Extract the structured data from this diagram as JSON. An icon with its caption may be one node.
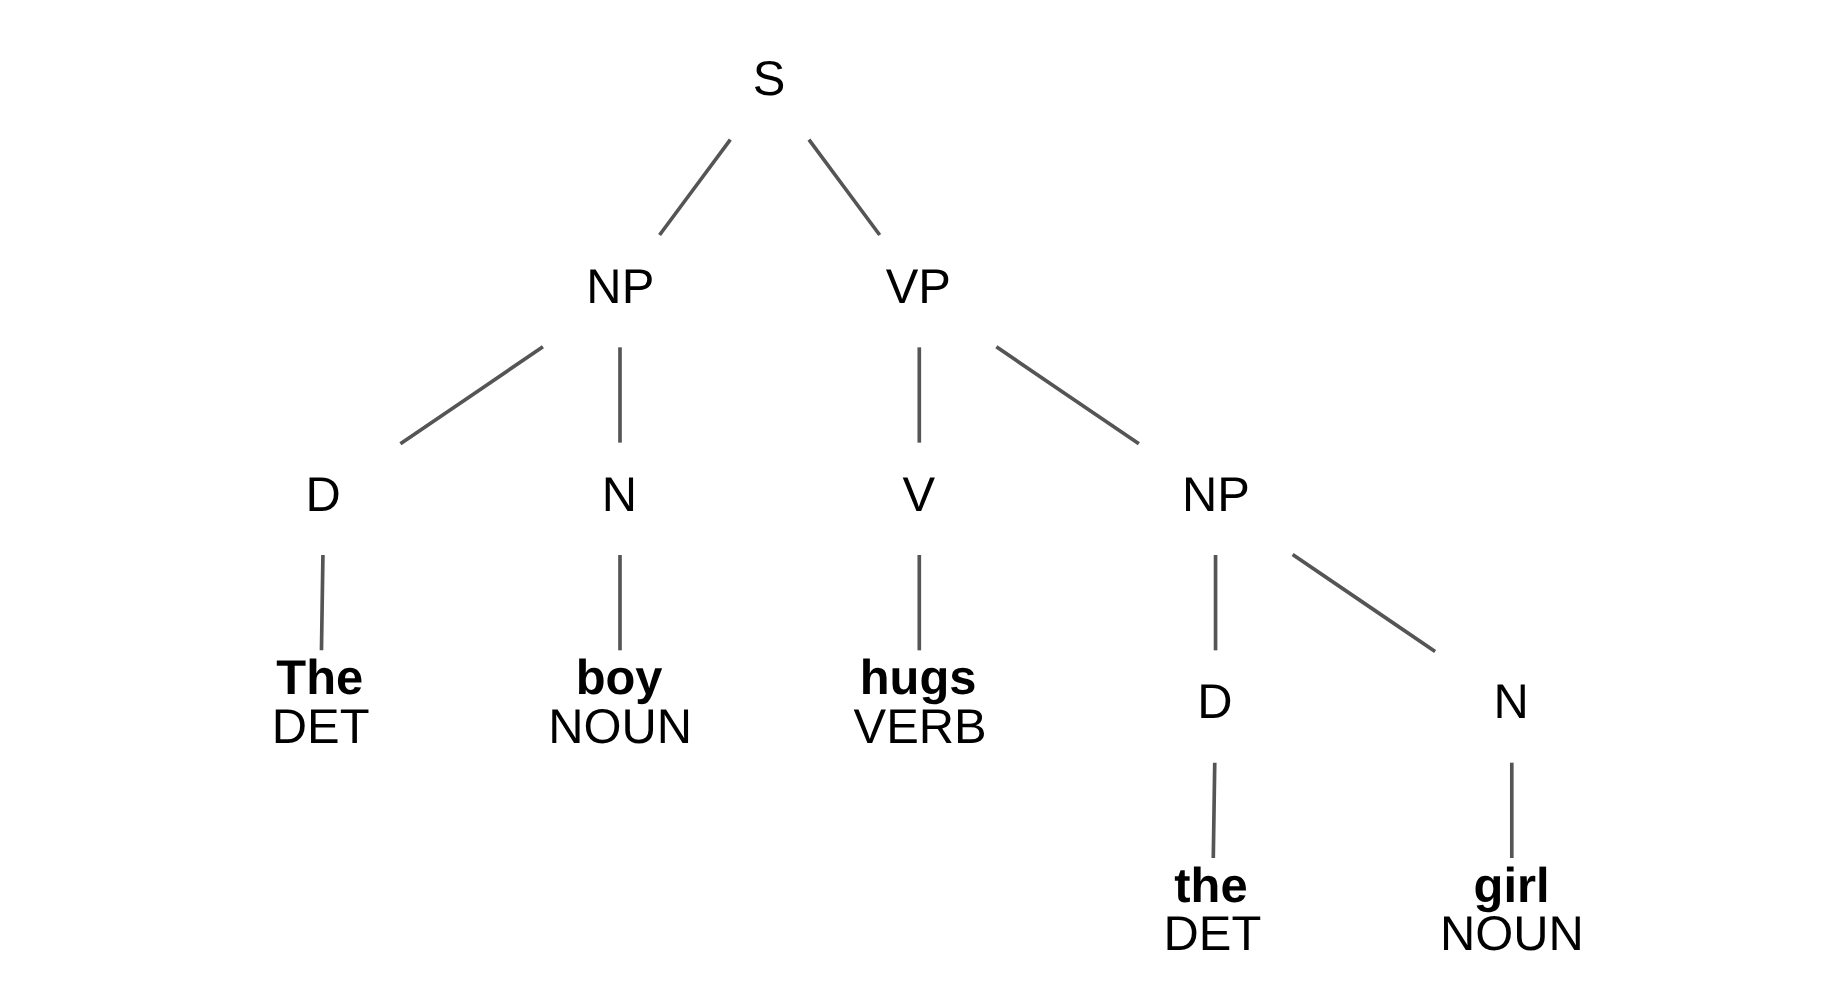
{
  "diagram": {
    "nodes": [
      {
        "text": [
          "S"
        ]
      },
      {
        "text": [
          "NP"
        ]
      },
      {
        "text": [
          "VP"
        ]
      },
      {
        "text": [
          "D"
        ]
      },
      {
        "text": [
          "N"
        ]
      },
      {
        "text": [
          "V"
        ]
      },
      {
        "text": [
          "NP"
        ]
      },
      {
        "text": [
          "D"
        ]
      },
      {
        "text": [
          "N"
        ]
      },
      {
        "text": [
          "The",
          "DET"
        ]
      },
      {
        "text": [
          "boy",
          "NOUN"
        ]
      },
      {
        "text": [
          "hugs",
          "VERB"
        ]
      },
      {
        "text": [
          "the",
          "DET"
        ]
      },
      {
        "text": [
          "girl",
          "NOUN"
        ]
      }
    ],
    "edges": [
      {
        "from": 0,
        "to": 1,
        "arrow": "none"
      },
      {
        "from": 0,
        "to": 2,
        "arrow": "none"
      },
      {
        "from": 1,
        "to": 3,
        "arrow": "none"
      },
      {
        "from": 1,
        "to": 4,
        "arrow": "none"
      },
      {
        "from": 2,
        "to": 5,
        "arrow": "none"
      },
      {
        "from": 2,
        "to": 6,
        "arrow": "none"
      },
      {
        "from": 3,
        "to": 9,
        "arrow": "none"
      },
      {
        "from": 4,
        "to": 10,
        "arrow": "none"
      },
      {
        "from": 5,
        "to": 11,
        "arrow": "none"
      },
      {
        "from": 6,
        "to": 7,
        "arrow": "none"
      },
      {
        "from": 6,
        "to": 8,
        "arrow": "none"
      },
      {
        "from": 7,
        "to": 12,
        "arrow": "none"
      },
      {
        "from": 8,
        "to": 13,
        "arrow": "none"
      }
    ]
  }
}
